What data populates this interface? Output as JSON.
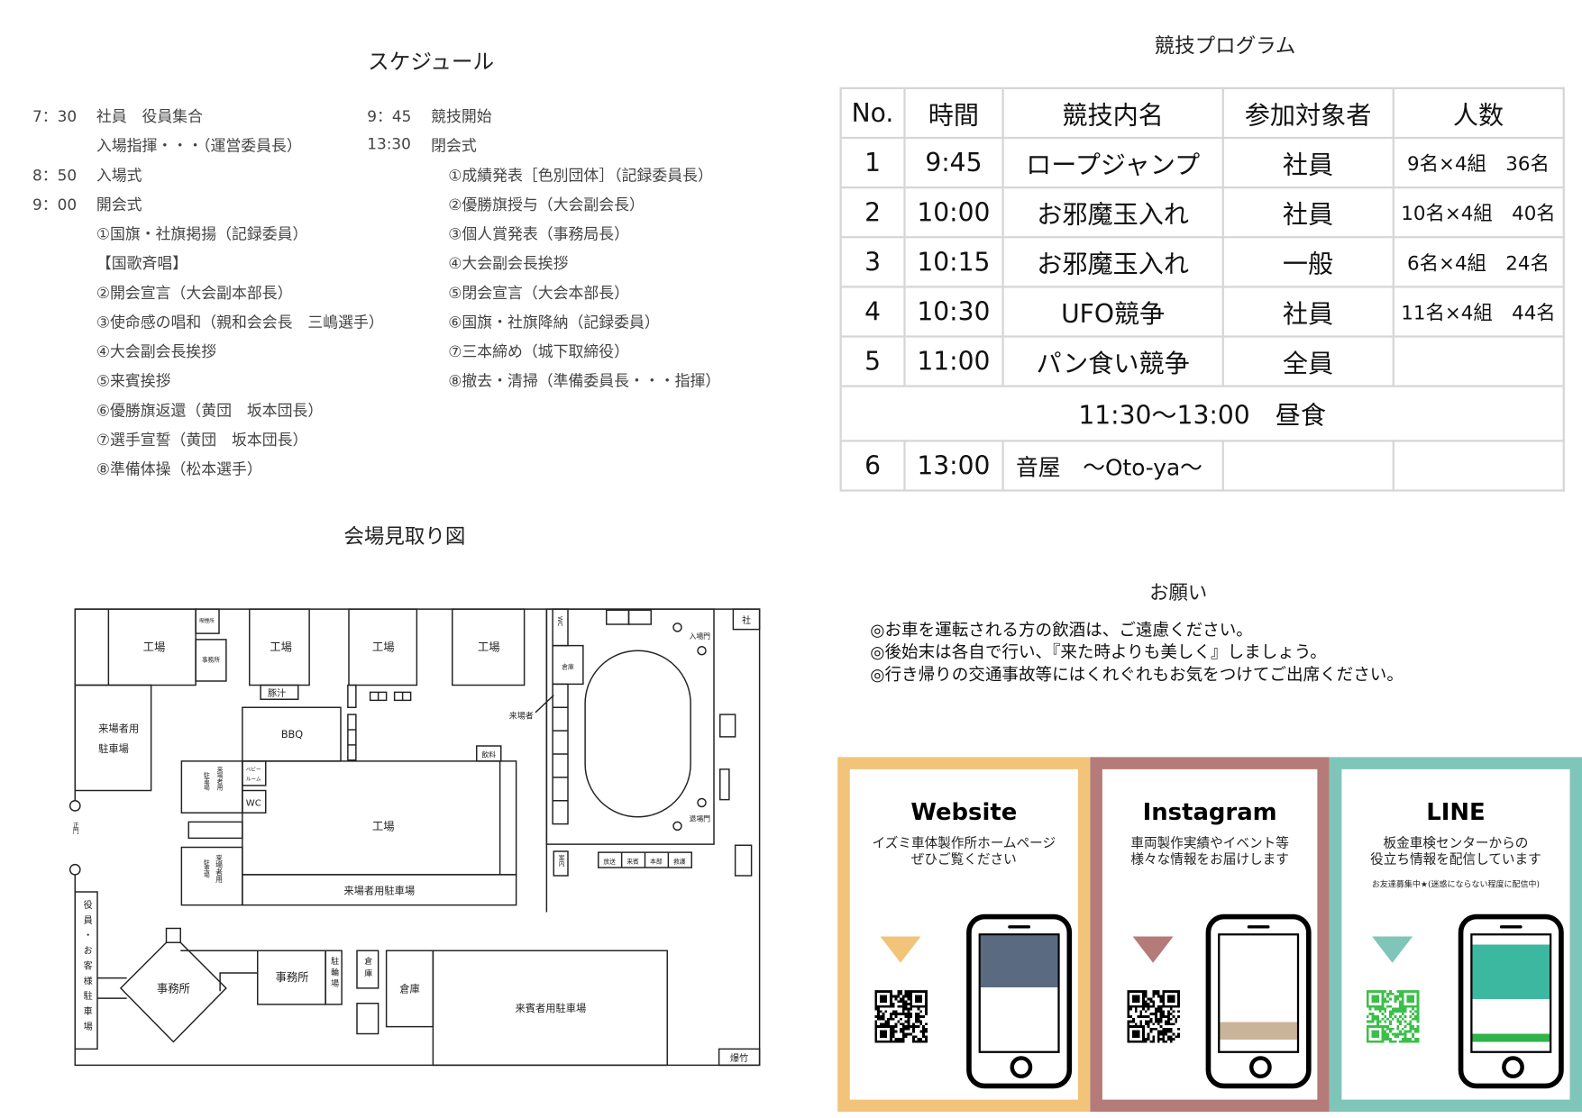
{
  "schedule": {
    "title": "スケジュール",
    "left": [
      {
        "time": "7：30",
        "text": "社員　役員集合"
      },
      {
        "time": "",
        "text": "入場指揮・・・（運営委員長）"
      },
      {
        "time": "8：50",
        "text": "入場式"
      },
      {
        "time": "9：00",
        "text": "開会式"
      },
      {
        "time": "",
        "text": "①国旗・社旗掲揚（記録委員）"
      },
      {
        "time": "",
        "text": "【国歌斉唱】"
      },
      {
        "time": "",
        "text": "②開会宣言（大会副本部長）"
      },
      {
        "time": "",
        "text": "③使命感の唱和（親和会会長　三嶋選手）"
      },
      {
        "time": "",
        "text": "④大会副会長挨拶"
      },
      {
        "time": "",
        "text": "⑤来賓挨拶"
      },
      {
        "time": "",
        "text": "⑥優勝旗返還（黄団　坂本団長）"
      },
      {
        "time": "",
        "text": "⑦選手宣誓（黄団　坂本団長）"
      },
      {
        "time": "",
        "text": "⑧準備体操（松本選手）"
      }
    ],
    "right_times": [
      {
        "time": "9：45",
        "text": "競技開始"
      },
      {
        "time": "13:30",
        "text": "閉会式"
      }
    ],
    "right_items": [
      "①成績発表［色別団体］（記録委員長）",
      "②優勝旗授与（大会副会長）",
      "③個人賞発表（事務局長）",
      "④大会副会長挨拶",
      "⑤閉会宣言（大会本部長）",
      "⑥国旗・社旗降納（記録委員）",
      "⑦三本締め（城下取締役）",
      "⑧撤去・清掃（準備委員長・・・指揮）"
    ]
  },
  "program": {
    "title": "競技プログラム",
    "headers": [
      "No.",
      "時間",
      "競技内名",
      "参加対象者",
      "人数"
    ],
    "rows": [
      {
        "no": "1",
        "time": "9:45",
        "name": "ロープジャンプ",
        "target": "社員",
        "count": "9名×4組　36名"
      },
      {
        "no": "2",
        "time": "10:00",
        "name": "お邪魔玉入れ",
        "target": "社員",
        "count": "10名×4組　40名"
      },
      {
        "no": "3",
        "time": "10:15",
        "name": "お邪魔玉入れ",
        "target": "一般",
        "count": "6名×4組　24名"
      },
      {
        "no": "4",
        "time": "10:30",
        "name": "UFO競争",
        "target": "社員",
        "count": "11名×4組　44名"
      },
      {
        "no": "5",
        "time": "11:00",
        "name": "パン食い競争",
        "target": "全員",
        "count": ""
      }
    ],
    "lunch": "11:30～13:00　昼食",
    "last": {
      "no": "6",
      "time": "13:00",
      "name": "音屋　～Oto-ya～"
    }
  },
  "map": {
    "title": "会場見取り図",
    "labels": {
      "factory": "工場",
      "office": "事務所",
      "smoking": "喫煙所",
      "visitor_parking_a": "来場者用",
      "visitor_parking_b": "駐車場",
      "tonjiru": "豚汁",
      "bbq": "BBQ",
      "drinks": "飲料",
      "baby_room_a": "ベビー",
      "baby_room_b": "ルーム",
      "wc": "WC",
      "visitor_parking": "来場者用駐車場",
      "gate": "正門",
      "staff_parking": "役員・お客様駐車場",
      "bicycle": "駐輪場",
      "storage": "倉庫",
      "guest_parking": "来賓者用駐車場",
      "fireworks": "爆竹",
      "visitors": "来場者",
      "entrance_gate": "入場門",
      "exit_gate": "退場門",
      "shrine": "社",
      "info": "案内",
      "tents": [
        "放送",
        "来賓",
        "本部",
        "救護"
      ],
      "parking_v": "駐車場",
      "visitor_v": "来場者用"
    }
  },
  "requests": {
    "title": "お願い",
    "items": [
      "◎お車を運転される方の飲酒は、ご遠慮ください。",
      "◎後始末は各自で行い、『来た時よりも美しく』しましょう。",
      "◎行き帰りの交通事故等にはくれぐれもお気をつけてご出席ください。"
    ]
  },
  "cards": [
    {
      "title": "Website",
      "subtitle": [
        "イズミ車体製作所ホームページ",
        "ぜひご覧ください"
      ],
      "color": "#f2c479"
    },
    {
      "title": "Instagram",
      "subtitle": [
        "車両製作実績やイベント等",
        "様々な情報をお届けします"
      ],
      "color": "#b47b78"
    },
    {
      "title": "LINE",
      "subtitle": [
        "板金車検センターからの",
        "役立ち情報を配信しています"
      ],
      "note": "お友達募集中★(迷惑にならない程度に配信中)",
      "color": "#80c5b9"
    }
  ]
}
